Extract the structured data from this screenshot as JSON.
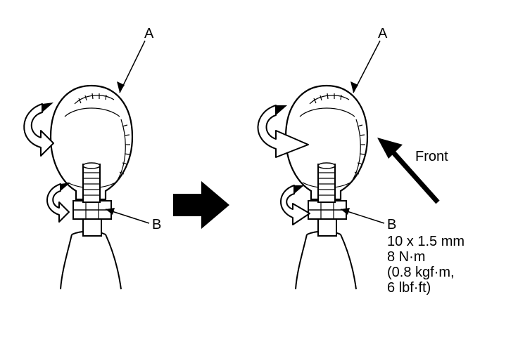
{
  "labels": {
    "knob": "A",
    "locknut": "B",
    "front": "Front"
  },
  "spec": {
    "size": "10 x 1.5 mm",
    "torque": "8 N·m",
    "torque_kgf": "(0.8 kgf·m,",
    "torque_lbf": "6 lbf·ft)"
  },
  "colors": {
    "line": "#000000",
    "background": "#ffffff"
  },
  "icons": [
    "rotate-arrow-icon",
    "step-arrow-icon",
    "front-direction-arrow-icon"
  ]
}
